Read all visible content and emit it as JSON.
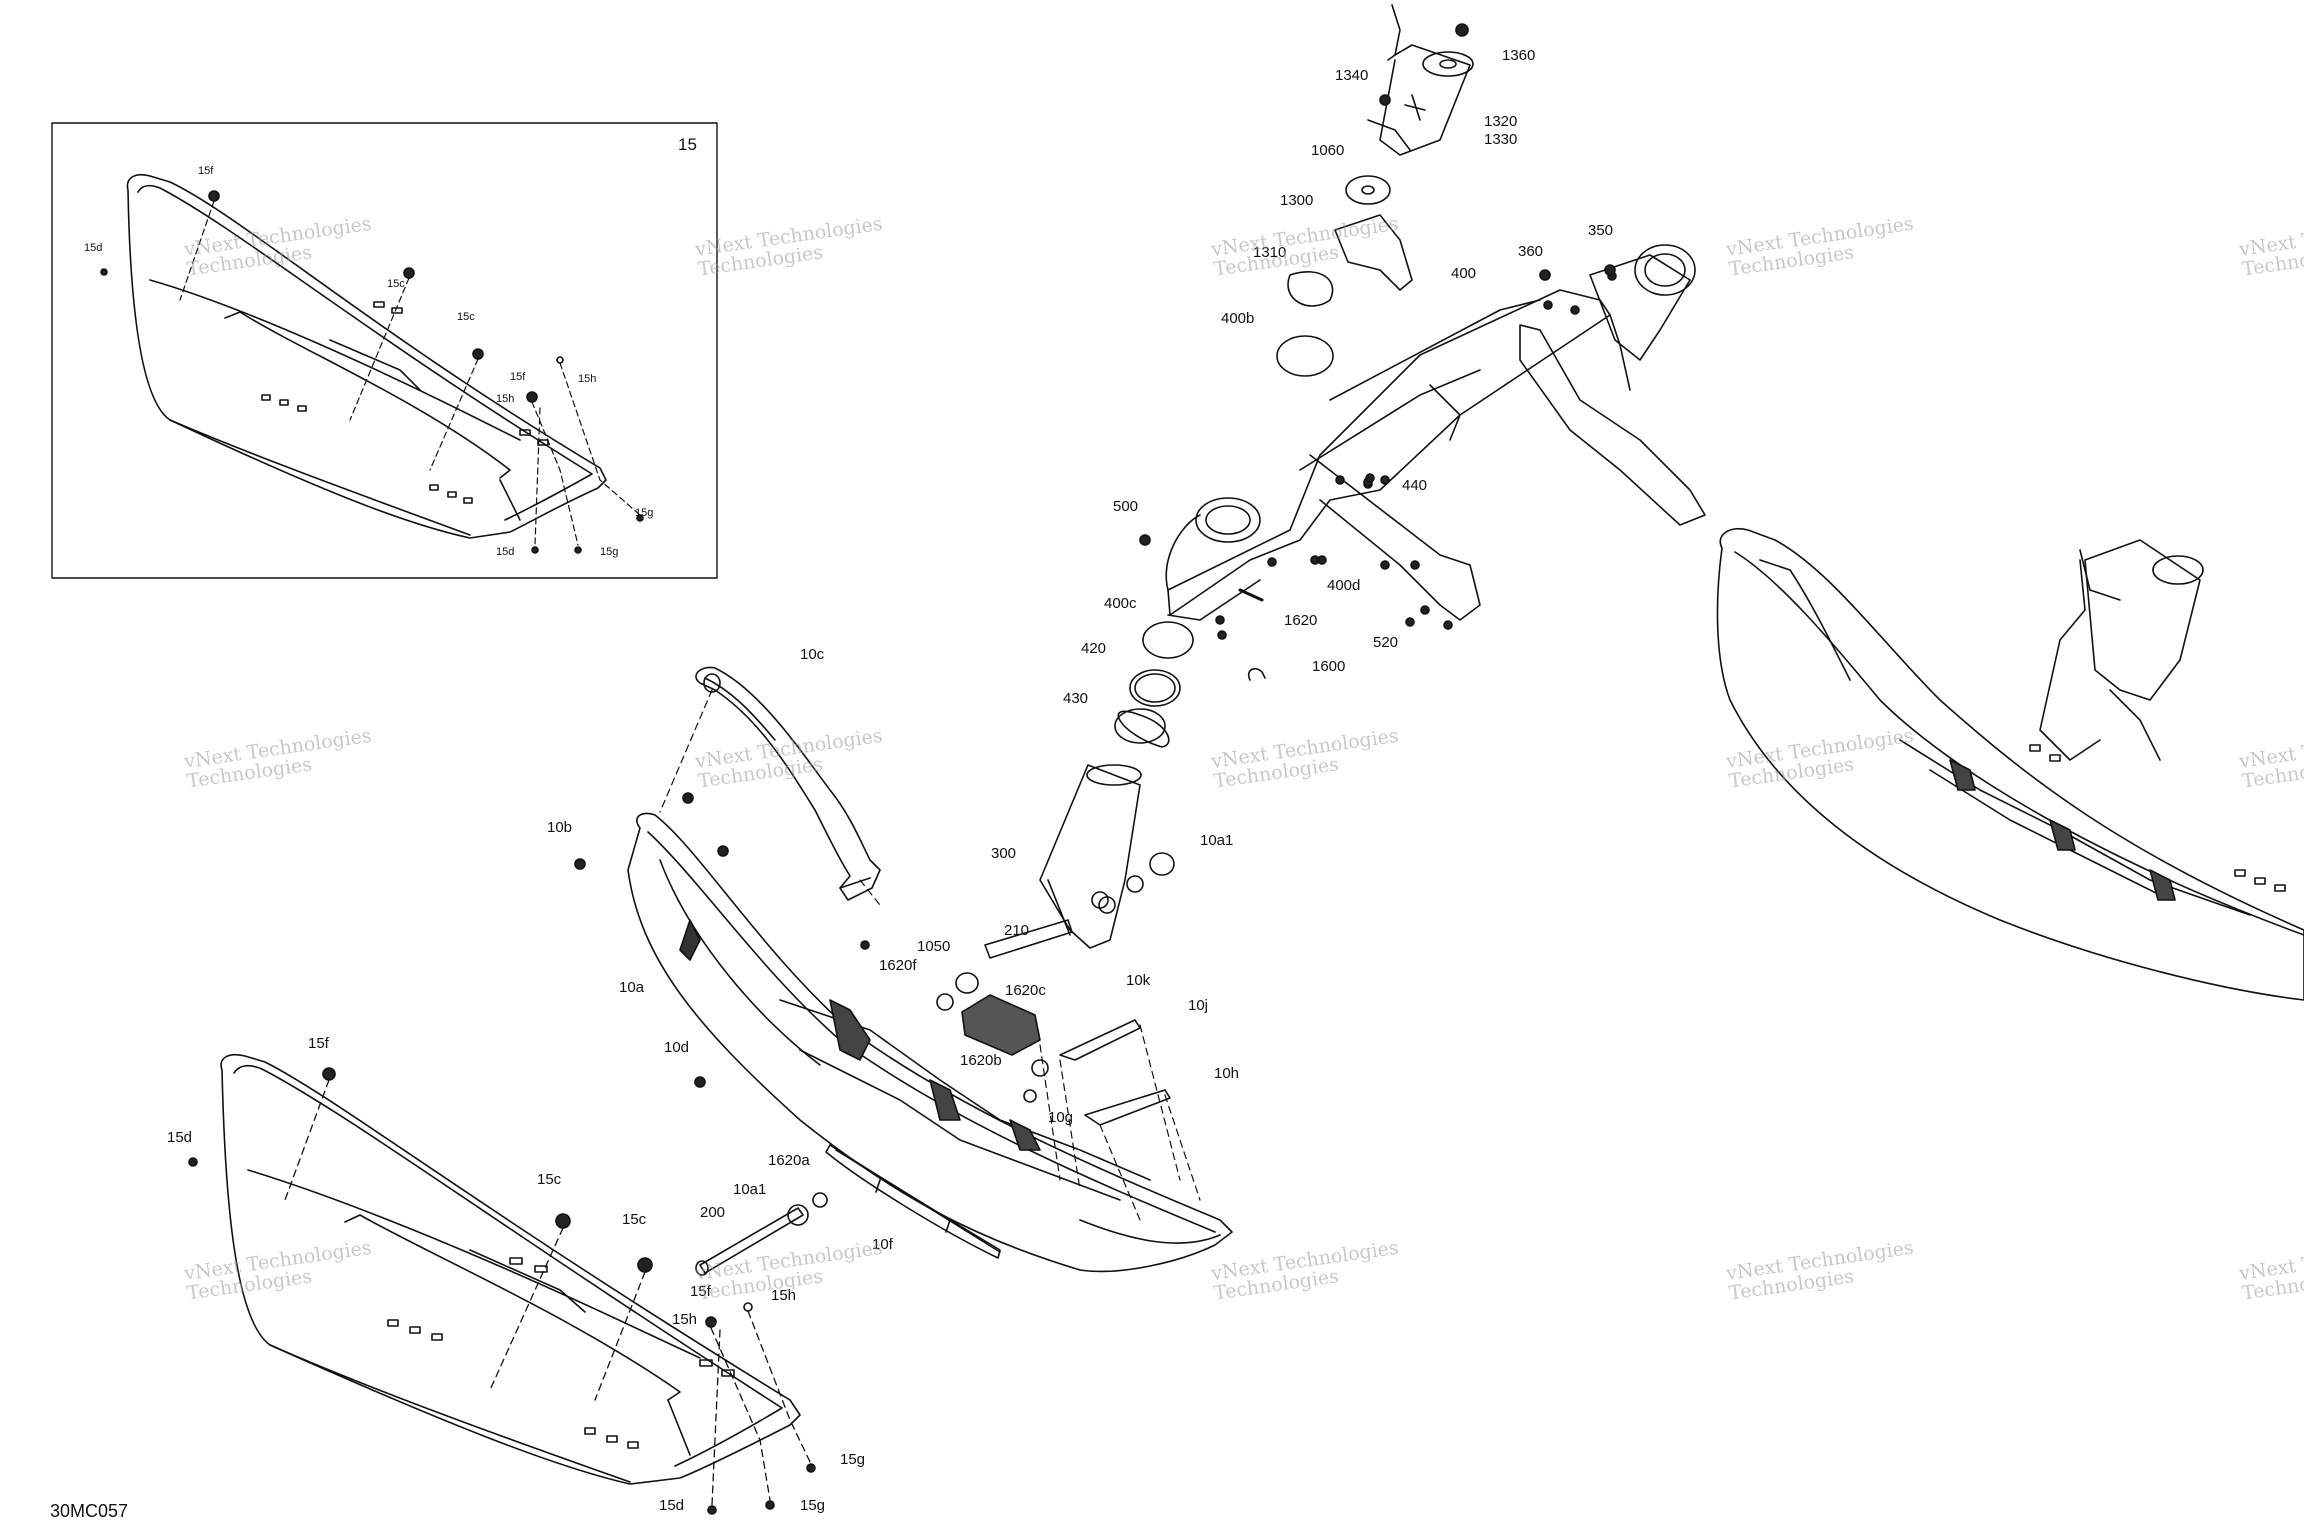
{
  "drawing_code": "30MC057",
  "inset": {
    "title": "15"
  },
  "callouts": {
    "c1360": "1360",
    "c1340": "1340",
    "c1320": "1320",
    "c1330": "1330",
    "c1060": "1060",
    "c1300": "1300",
    "c1310": "1310",
    "c400": "400",
    "c400b": "400b",
    "c360": "360",
    "c350": "350",
    "c440": "440",
    "c500": "500",
    "c400d": "400d",
    "c400c": "400c",
    "c1620": "1620",
    "c520": "520",
    "c420": "420",
    "c1600": "1600",
    "c430": "430",
    "c10c": "10c",
    "c10b": "10b",
    "c300": "300",
    "c10a1": "10a1",
    "c210": "210",
    "c1050": "1050",
    "c1620f": "1620f",
    "c10a": "10a",
    "c10k": "10k",
    "c1620c": "1620c",
    "c10j": "10j",
    "c10d": "10d",
    "c1620b": "1620b",
    "c10h": "10h",
    "c10g": "10g",
    "c15f": "15f",
    "c15d": "15d",
    "c15c_a": "15c",
    "c15c_b": "15c",
    "c1620a": "1620a",
    "c10a1_b": "10a1",
    "c200": "200",
    "c10f": "10f",
    "c15f_b": "15f",
    "c15h_a": "15h",
    "c15h_b": "15h",
    "c15g_a": "15g",
    "c15g_b": "15g",
    "c15d_b": "15d",
    "i15f_a": "15f",
    "i15d_a": "15d",
    "i15c_a": "15c",
    "i15c_b": "15c",
    "i15f_b": "15f",
    "i15h_a": "15h",
    "i15h_b": "15h",
    "i15g": "15g",
    "i15d_b": "15d",
    "i15g_b": "15g"
  },
  "watermark": {
    "line1": "vNext Technologies",
    "line2": "Technologies"
  },
  "colors": {
    "ink": "#111111",
    "watermark": "#9a9a9a",
    "background": "#ffffff"
  }
}
